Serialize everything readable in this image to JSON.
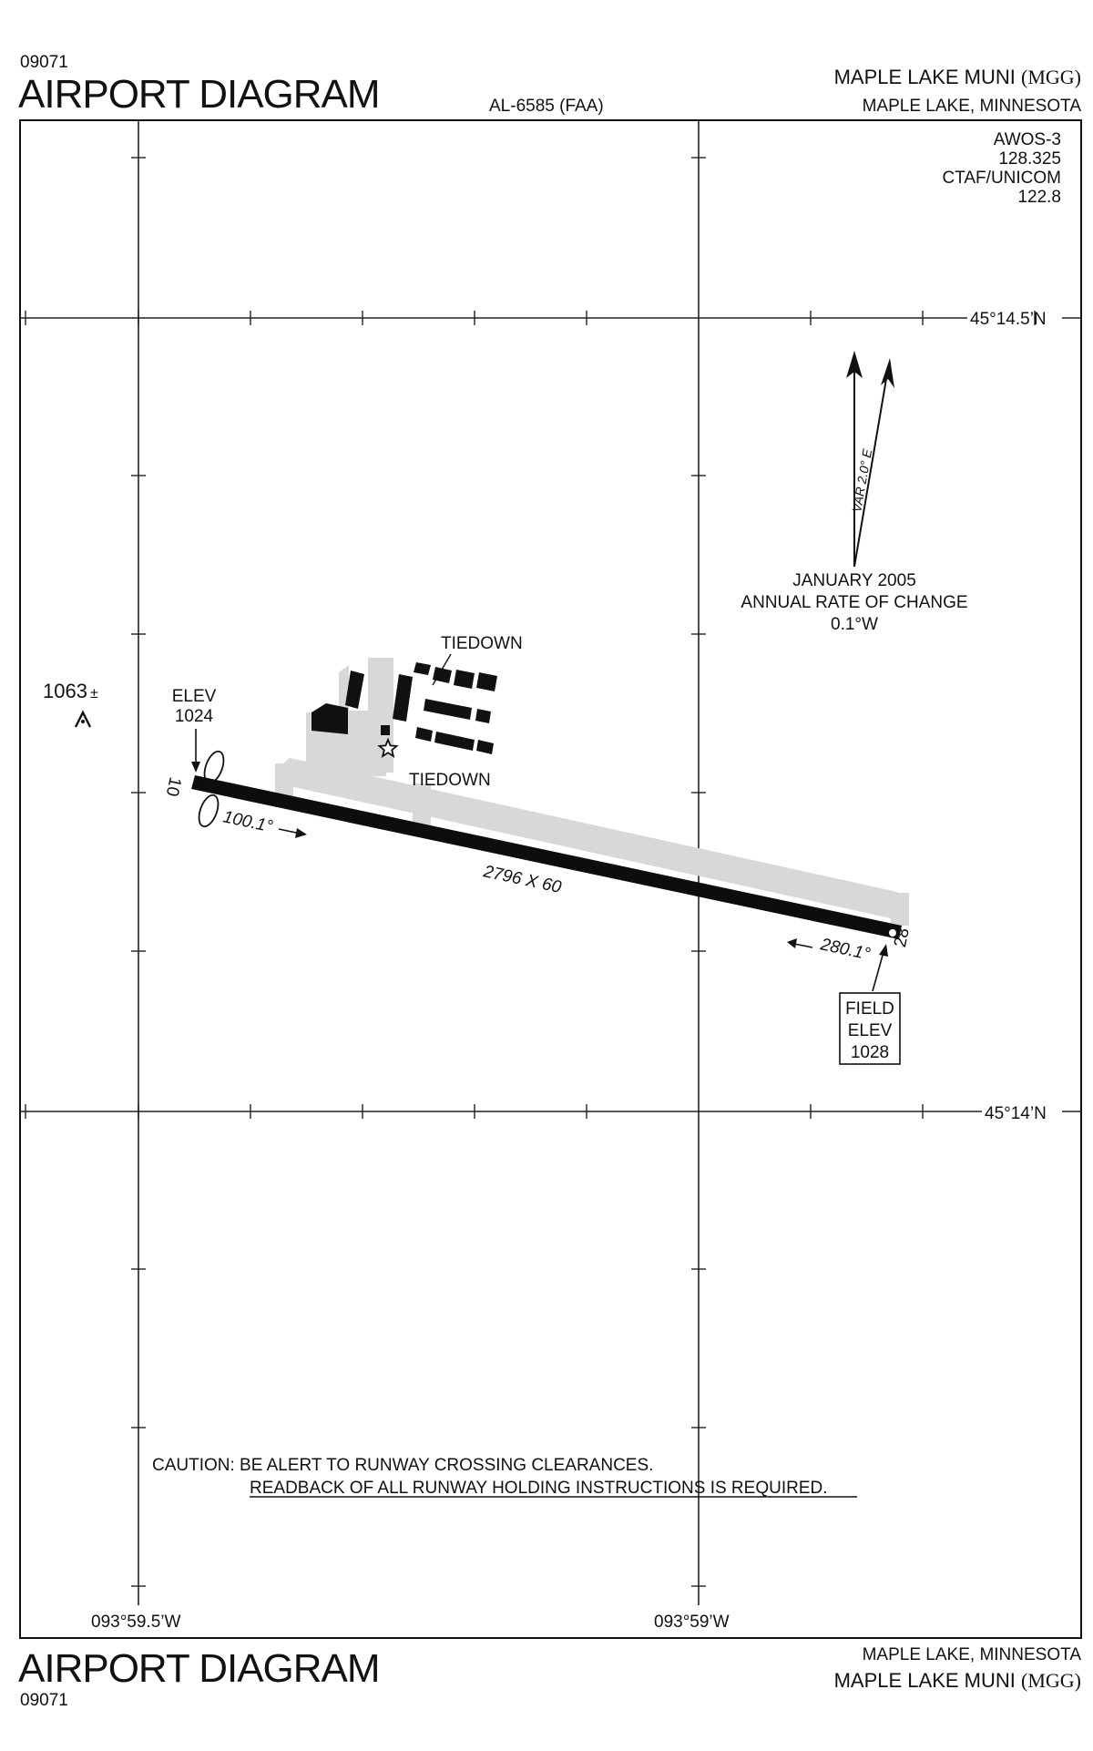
{
  "header": {
    "chart_number": "09071",
    "title": "AIRPORT DIAGRAM",
    "procedure_id": "AL-6585 (FAA)",
    "airport_name": "MAPLE LAKE MUNI",
    "airport_ident": "(MGG)",
    "location": "MAPLE LAKE, MINNESOTA"
  },
  "communications": {
    "lines": [
      "AWOS-3",
      "128.325",
      "CTAF/UNICOM",
      "122.8"
    ]
  },
  "coordinates": {
    "lat_north": "45°14.5’N",
    "lat_south": "45°14’N",
    "lon_west": "093°59.5’W",
    "lon_east": "093°59’W"
  },
  "magnetic_variation": {
    "variation": "VAR 2.0° E",
    "date": "JANUARY 2005",
    "rate_label": "ANNUAL RATE OF CHANGE",
    "rate_value": "0.1°W"
  },
  "obstacle": {
    "elevation": "1063",
    "plusminus": "±"
  },
  "runway": {
    "dimensions": "2796 X 60",
    "end_west": {
      "number": "10",
      "heading": "100.1°",
      "elev_label": "ELEV",
      "elev_value": "1024"
    },
    "end_east": {
      "number": "28",
      "heading": "280.1°"
    }
  },
  "field_elevation": {
    "label_1": "FIELD",
    "label_2": "ELEV",
    "value": "1028"
  },
  "labels": {
    "tiedown_north": "TIEDOWN",
    "tiedown_south": "TIEDOWN"
  },
  "caution": {
    "line_1": "CAUTION:  BE ALERT TO RUNWAY CROSSING CLEARANCES.",
    "line_2": "READBACK OF ALL RUNWAY HOLDING INSTRUCTIONS IS REQUIRED."
  },
  "footer": {
    "title": "AIRPORT DIAGRAM",
    "chart_number": "09071",
    "location": "MAPLE LAKE, MINNESOTA",
    "airport_name": "MAPLE LAKE MUNI",
    "airport_ident": "(MGG)"
  }
}
